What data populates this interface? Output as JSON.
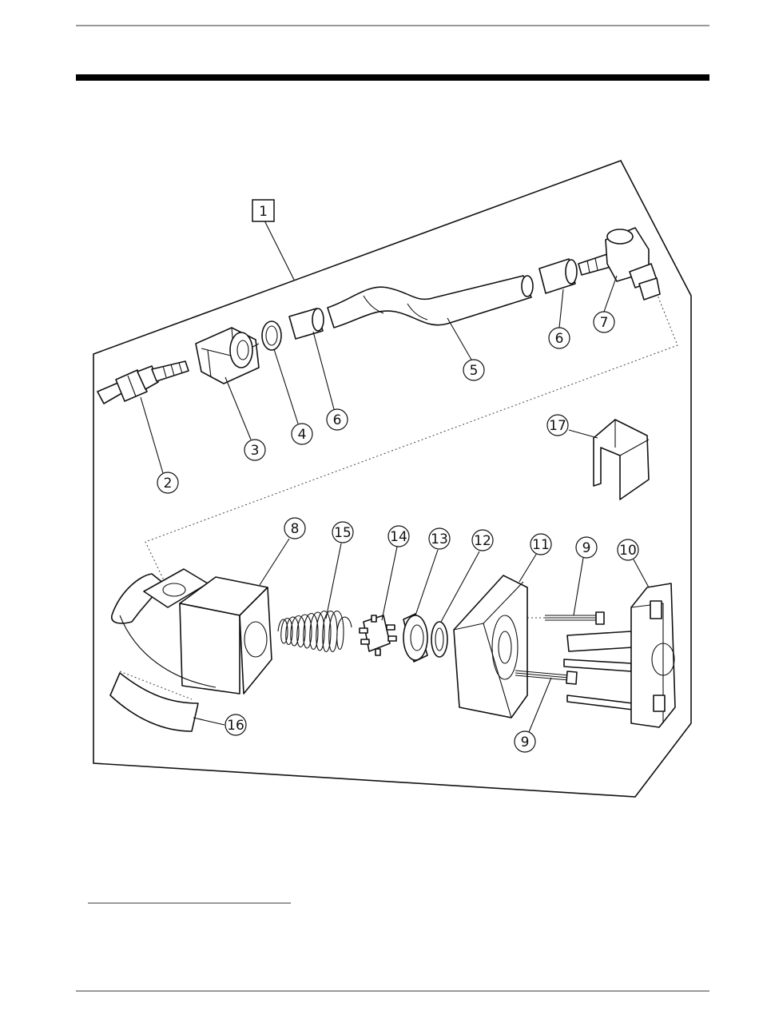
{
  "assembly_label": "1",
  "callouts": [
    {
      "id": "c2",
      "label": "2"
    },
    {
      "id": "c3",
      "label": "3"
    },
    {
      "id": "c4",
      "label": "4"
    },
    {
      "id": "c6a",
      "label": "6"
    },
    {
      "id": "c5",
      "label": "5"
    },
    {
      "id": "c6b",
      "label": "6"
    },
    {
      "id": "c7",
      "label": "7"
    },
    {
      "id": "c17",
      "label": "17"
    },
    {
      "id": "c8",
      "label": "8"
    },
    {
      "id": "c15",
      "label": "15"
    },
    {
      "id": "c14",
      "label": "14"
    },
    {
      "id": "c13",
      "label": "13"
    },
    {
      "id": "c12",
      "label": "12"
    },
    {
      "id": "c11",
      "label": "11"
    },
    {
      "id": "c9a",
      "label": "9"
    },
    {
      "id": "c10",
      "label": "10"
    },
    {
      "id": "c9b",
      "label": "9"
    },
    {
      "id": "c16",
      "label": "16"
    }
  ],
  "colors": {
    "ink": "#111111",
    "rule": "#000000",
    "paper": "#ffffff"
  }
}
